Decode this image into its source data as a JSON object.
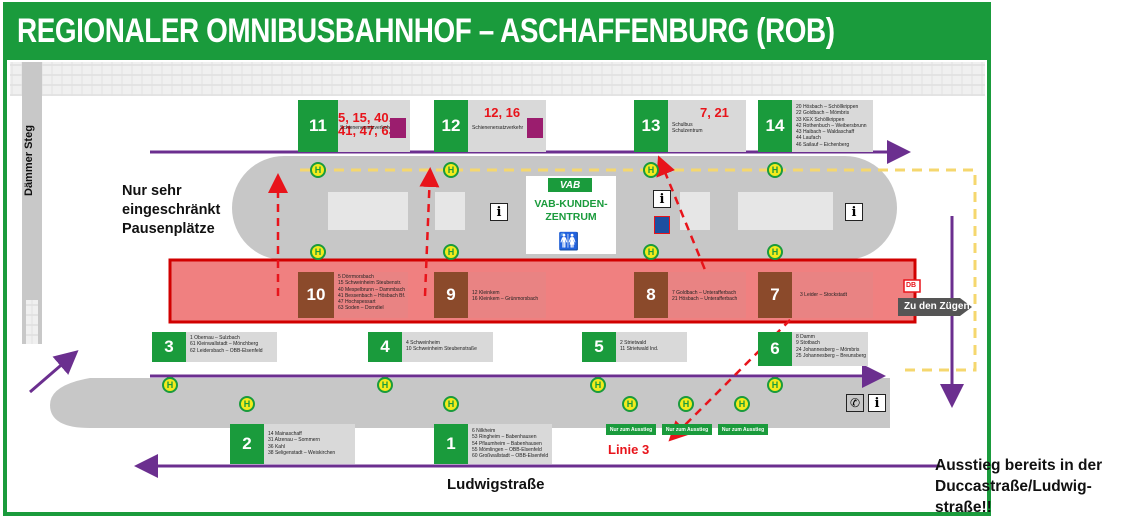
{
  "title": "REGIONALER OMNIBUSBAHNHOF – ASCHAFFENBURG (ROB)",
  "labels": {
    "daemmer_steg": "Dämmer Steg",
    "pause_note": "Nur sehr\neingeschränkt\nPausenplätze",
    "vab_logo": "VAB",
    "vab_center": "VAB-KUNDEN-\nZENTRUM",
    "linie3": "Linie 3",
    "street": "Ludwigstraße",
    "zu_den_zuegen": "Zu den Zügen",
    "db": "DB",
    "exit_note": "Ausstieg bereits in der\nDuccastraße/Ludwig-\nstraße!!",
    "nur_zum_ausstieg": "Nur zum Ausstieg",
    "h": "H",
    "info": "i"
  },
  "bays": {
    "b11": {
      "num": "11",
      "red": "5, 15, 40,\n41, 47, 63",
      "lines": "Schienenersatzverkehr"
    },
    "b12": {
      "num": "12",
      "red": "12, 16",
      "lines": "Schienenersatzverkehr"
    },
    "b13": {
      "num": "13",
      "red": "7, 21",
      "lines": "Schulbus\nSchulzentrum"
    },
    "b14": {
      "num": "14",
      "lines": "20 Hösbach – Schöllkrippen\n22 Goldbach – Mömbris\n33 KEX Schöllkrippen\n42 Rothenbuch – Weibersbrunn\n43 Haibach – Waldaschaff\n44 Laufach\n46 Sailauf – Eichenberg"
    },
    "b10": {
      "num": "10",
      "lines": "5 Dörrmorsbach\n15 Schweinheim Steubenstr.\n40 Mespelbrunn – Dammbach\n41 Bessenbach – Hösbach Bf.\n47 Hochspessart\n63 Soden – Dorndiel"
    },
    "b9": {
      "num": "9",
      "lines": "12 Kleinkem\n16 Kleinkem – Grünmorsbach"
    },
    "b8": {
      "num": "8",
      "lines": "7 Goldbach – Unterafferbach\n21 Hösbach – Unterafferbach"
    },
    "b7": {
      "num": "7",
      "lines": "3 Leider – Stockstadt"
    },
    "b3": {
      "num": "3",
      "lines": "1 Obernau – Sulzbach\n61 Kleinwallstadt – Mönchberg\n62 Leidersbach – OBB-Elsenfeld"
    },
    "b4": {
      "num": "4",
      "lines": "4 Schweinheim\n10 Schweinheim Steubenstraße"
    },
    "b5": {
      "num": "5",
      "lines": "2 Strietwald\n11 Strietwald Ind."
    },
    "b6": {
      "num": "6",
      "lines": "8 Damm\n9 Stotbach\n24 Johannesberg – Mömbris\n25 Johannesberg – Breunsberg"
    },
    "b2": {
      "num": "2",
      "lines": "14 Mainaschaff\n31 Alzenau – Sommern\n36 Kahl\n38 Seligenstadt – Weiskirchen"
    },
    "b1": {
      "num": "1",
      "lines": "6 Nilkheim\n53 Ringheim – Babenhausen\n54 Pflaumheim – Babenhausen\n55 Mömlingen – OBB-Elsenfeld\n60 Großwallstadt – OBB-Elsenfeld"
    }
  },
  "colors": {
    "green": "#1a9b3c",
    "brown": "#8b4a2b",
    "red_zone": "#f08080",
    "purple": "#6b2f8f",
    "yellow_dash": "#f5d76e",
    "red_arrow": "#e8141b"
  }
}
